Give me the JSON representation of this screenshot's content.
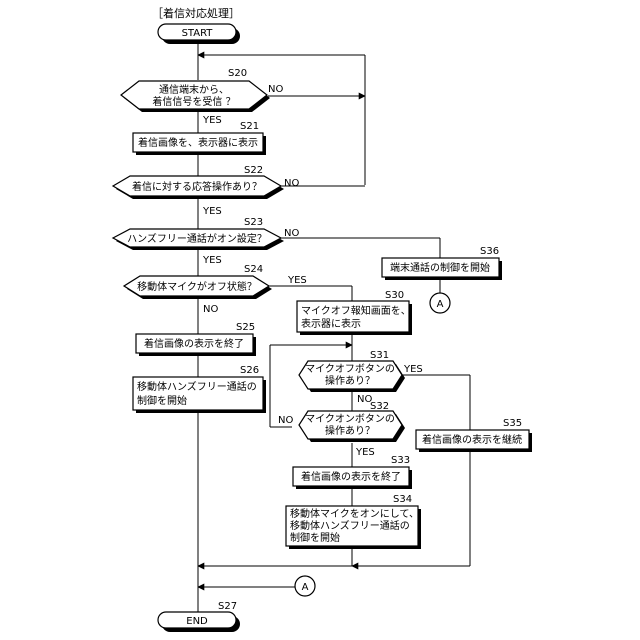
{
  "title": "［着信対応処理］",
  "terminals": {
    "start": "START",
    "end": "END"
  },
  "steps": {
    "s20": {
      "id": "S20",
      "lines": [
        "通信端末から、",
        "着信信号を受信 ？"
      ]
    },
    "s21": {
      "id": "S21",
      "lines": [
        "着信画像を、表示器に表示"
      ]
    },
    "s22": {
      "id": "S22",
      "lines": [
        "着信に対する応答操作あり？"
      ]
    },
    "s23": {
      "id": "S23",
      "lines": [
        "ハンズフリー通話がオン設定？"
      ]
    },
    "s24": {
      "id": "S24",
      "lines": [
        "移動体マイクがオフ状態？"
      ]
    },
    "s25": {
      "id": "S25",
      "lines": [
        "着信画像の表示を終了"
      ]
    },
    "s26": {
      "id": "S26",
      "lines": [
        "移動体ハンズフリー通話の",
        "制御を開始"
      ]
    },
    "s27": {
      "id": "S27"
    },
    "s30": {
      "id": "S30",
      "lines": [
        "マイクオフ報知画面を、",
        "表示器に表示"
      ]
    },
    "s31": {
      "id": "S31",
      "lines": [
        "マイクオフボタンの",
        "操作あり？"
      ]
    },
    "s32": {
      "id": "S32",
      "lines": [
        "マイクオンボタンの",
        "操作あり？"
      ]
    },
    "s33": {
      "id": "S33",
      "lines": [
        "着信画像の表示を終了"
      ]
    },
    "s34": {
      "id": "S34",
      "lines": [
        "移動体マイクをオンにして、",
        "移動体ハンズフリー通話の",
        "制御を開始"
      ]
    },
    "s35": {
      "id": "S35",
      "lines": [
        "着信画像の表示を継続"
      ]
    },
    "s36": {
      "id": "S36",
      "lines": [
        "端末通話の制御を開始"
      ]
    }
  },
  "branch_labels": {
    "yes": "YES",
    "no": "NO"
  },
  "connector": "A"
}
